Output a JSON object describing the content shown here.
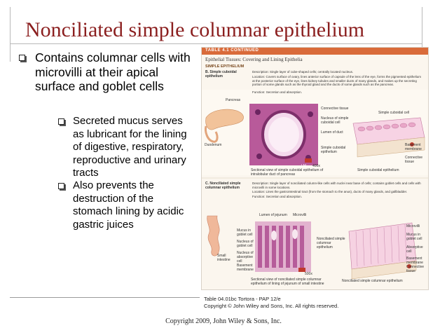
{
  "slide": {
    "title": "Nonciliated simple columnar epithelium",
    "bullets": [
      {
        "text": "Contains columnar cells with microvilli at their apical surface and goblet cells",
        "sub": [
          "Secreted mucus serves as lubricant for the lining of digestive, respiratory, reproductive and urinary tracts",
          "Also prevents the destruction of the stomach lining by acidic gastric juices"
        ]
      }
    ],
    "footer": "Copyright 2009, John Wiley & Sons, Inc."
  },
  "figure": {
    "tag": "TABLE 4.1 CONTINUED",
    "subtitle": "Epithelial Tissues: Covering and Lining Epithelia",
    "section": "SIMPLE EPITHELIUM",
    "b_label": "B. Simple cuboidal epithelium",
    "b_description": "Description: Single layer of cube-shaped cells; centrally located nucleus.",
    "b_location": "Location: Covers surface of ovary, lines anterior surface of capsule of the lens of the eye, forms the pigmented epithelium at the posterior surface of the eye, lines kidney tubules and smaller ducts of many glands, and makes up the secreting portion of some glands such as the thyroid gland and the ducts of some glands such as the pancreas.",
    "b_function": "Function: Secretion and absorption.",
    "b_labels": {
      "pancreas": "Pancreas",
      "duodenum": "Duodenum",
      "connective": "Connective tissue",
      "nucleus": "Nucleus of simple cuboidal cell",
      "lumen": "Lumen of duct",
      "simple_cuboidal": "Simple cuboidal epithelium",
      "cell": "Simple cuboidal cell",
      "basement": "Basement membrane",
      "connective2": "Connective tissue",
      "lm": "LM",
      "magnification": "400x",
      "section_view": "Sectional view of simple cuboidal epithelium of intralobular duct of pancreas",
      "diagram_caption": "Simple cuboidal epithelium"
    },
    "c_label": "C. Nonciliated simple columnar epithelium",
    "c_description": "Description: Single layer of nonciliated column-like cells with nuclei near base of cells; contains goblet cells and cells with microvilli in some locations.",
    "c_location": "Location: Lines the gastrointestinal tract (from the stomach to the anus), ducts of many glands, and gallbladder.",
    "c_function": "Function: Secretion and absorption.",
    "c_labels": {
      "lumen": "Lumen of jejunum",
      "microvilli": "Microvilli",
      "mucus": "Mucus in goblet cell",
      "nucleus_goblet": "Nucleus of goblet cell",
      "nucleus_abs": "Nucleus of absorptive cell",
      "basement": "Basement membrane",
      "intestine": "Small intestine",
      "nonciliated": "Nonciliated simple columnar epithelium",
      "microvilli2": "Microvilli",
      "mucus2": "Mucus in goblet cell",
      "absorptive": "Absorptive cell",
      "basement2": "Basement membrane",
      "connective": "Connective tissue",
      "lm": "LM",
      "magnification": "500x",
      "section_view": "Sectional view of nonciliated simple columnar epithelium of lining of jejunum of small intestine",
      "diagram_caption": "Nonciliated simple columnar epithelium"
    },
    "caption_line1": "Table 04.01bc  Tortora - PAP 12/e",
    "caption_line2": "Copyright © John Wiley and Sons, Inc. All rights reserved."
  },
  "colors": {
    "title": "#8b1f1f",
    "figure_header": "#d96b3a",
    "tissue_pink": "#e7a6c8",
    "tissue_purple": "#8a3a7a"
  }
}
